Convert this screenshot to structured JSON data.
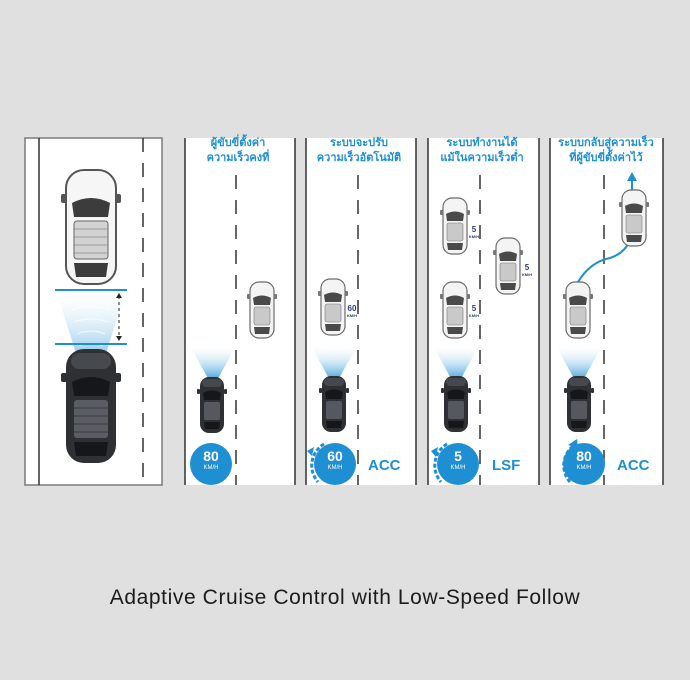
{
  "caption": "Adaptive Cruise Control with Low-Speed Follow",
  "panels": [
    {
      "title_line1": "ผู้ขับขี่ตั้งค่า",
      "title_line2": "ความเร็วคงที่",
      "speed": "80",
      "unit": "KM/H",
      "mode": ""
    },
    {
      "title_line1": "ระบบจะปรับ",
      "title_line2": "ความเร็วอัตโนมัติ",
      "speed": "60",
      "unit": "KM/H",
      "mode": "ACC"
    },
    {
      "title_line1": "ระบบทำงานได้",
      "title_line2": "แม้ในความเร็วต่ำ",
      "speed": "5",
      "unit": "KM/H",
      "mode": "LSF"
    },
    {
      "title_line1": "ระบบกลับสู่ความเร็ว",
      "title_line2": "ที่ผู้ขับขี่ตั้งค่าไว้",
      "speed": "80",
      "unit": "KM/H",
      "mode": "ACC"
    }
  ],
  "lead_speeds": {
    "p2": {
      "value": "60",
      "unit": "KM/H"
    },
    "p3a": {
      "value": "5",
      "unit": "KM/H"
    },
    "p3b": {
      "value": "5",
      "unit": "KM/H"
    },
    "p3c": {
      "value": "5",
      "unit": "KM/H"
    }
  },
  "colors": {
    "accent": "#1f8fd4",
    "background": "#e0e0e1",
    "road": "#ffffff",
    "car_dark": "#3a3c40",
    "car_light": "#e6e6e6"
  }
}
